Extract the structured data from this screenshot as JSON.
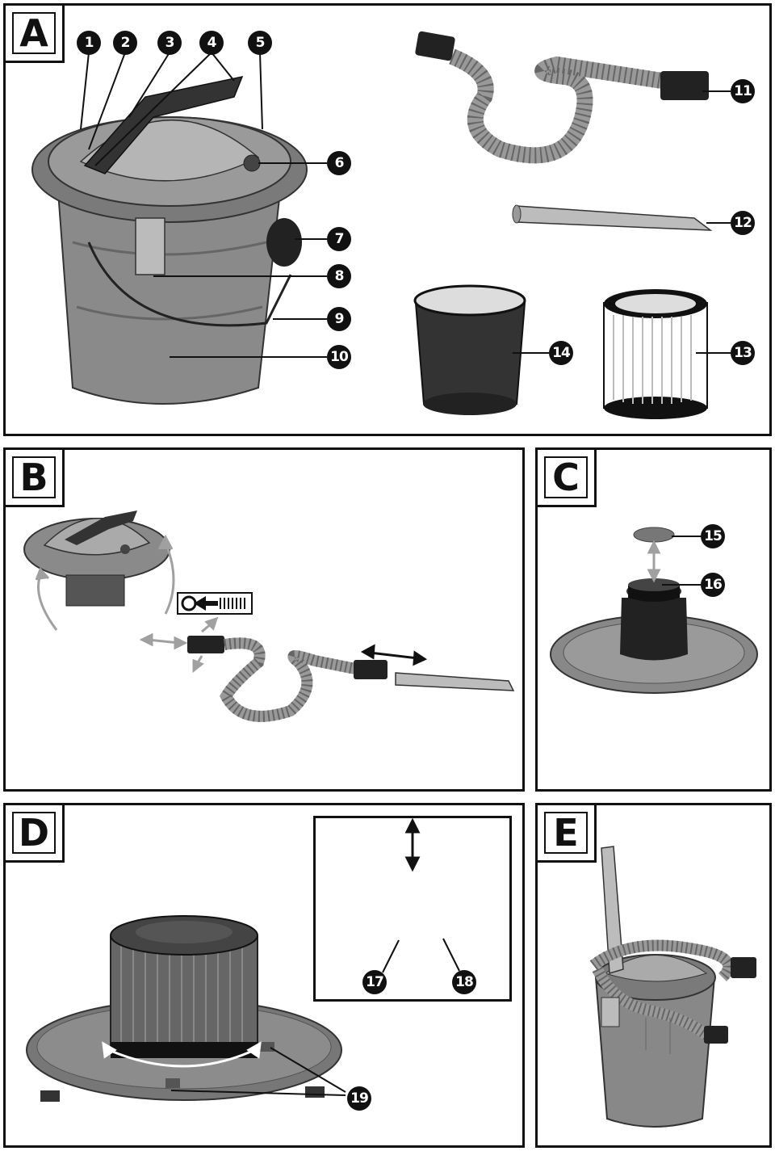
{
  "panels": {
    "a": {
      "label": "A"
    },
    "b": {
      "label": "B"
    },
    "c": {
      "label": "C"
    },
    "d": {
      "label": "D"
    },
    "e": {
      "label": "E"
    }
  },
  "callouts": {
    "n1": "1",
    "n2": "2",
    "n3": "3",
    "n4": "4",
    "n5": "5",
    "n6": "6",
    "n7": "7",
    "n8": "8",
    "n9": "9",
    "n10": "10",
    "n11": "11",
    "n12": "12",
    "n13": "13",
    "n14": "14",
    "n15": "15",
    "n16": "16",
    "n17": "17",
    "n18": "18",
    "n19": "19"
  },
  "colors": {
    "line": "#111111",
    "body_gray": "#8a8a8a",
    "light_gray": "#c8c8c8",
    "arrow_gray": "#9a9a9a"
  }
}
